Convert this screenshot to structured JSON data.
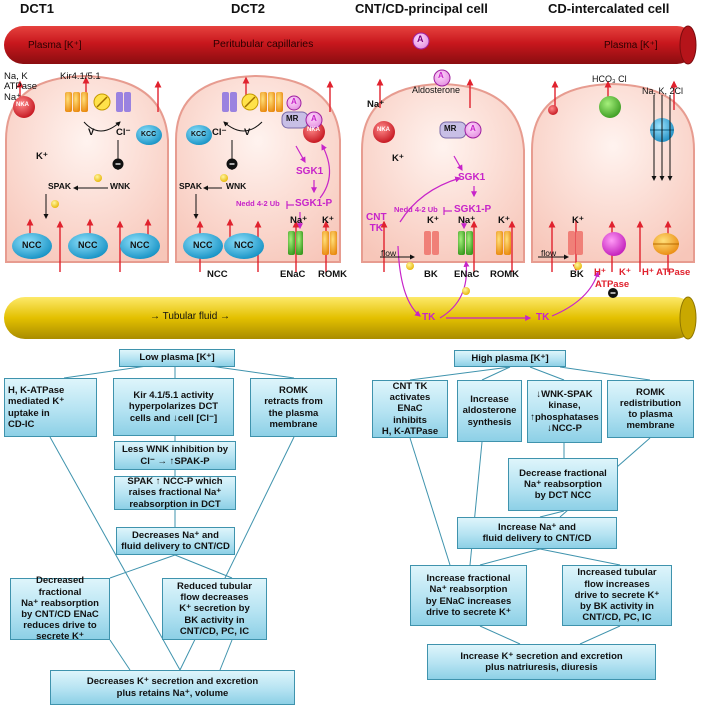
{
  "headers": [
    "DCT1",
    "DCT2",
    "CNT/CD-principal cell",
    "CD-intercalated cell"
  ],
  "capillary": {
    "left": "Plasma [K⁺]",
    "center": "Peritubular capillaries",
    "aldo_symbol": "A",
    "right": "Plasma [K⁺]"
  },
  "tubule": {
    "label": "→ Tubular fluid →"
  },
  "labels": {
    "dct1_nak": "Na, K\nATPase\nNa⁺",
    "kir": "Kir4.1/5.1",
    "k_plus": "K⁺",
    "na_plus": "Na⁺",
    "cl_minus": "Cl⁻",
    "v": "V",
    "spak": "SPAK",
    "wnk": "WNK",
    "kcc": "KCC",
    "nka": "NKA",
    "ncc": "NCC",
    "mr": "MR",
    "a": "A",
    "aldosterone": "Aldosterone",
    "sgk1": "SGK1",
    "sgk1p": "SGK1-P",
    "nedd": "Nedd 4-2 Ub",
    "enac": "ENaC",
    "romk": "ROMK",
    "bk": "BK",
    "cnt_tk": "CNT\nTK",
    "flow": "flow",
    "tk": "TK",
    "hco3cl": "HCO₃ Cl",
    "nak2cl": "Na, K, 2Cl",
    "h_plus": "H⁺",
    "k_plus2": "K⁺",
    "h_atpase_label": "ATPase",
    "h_atpase": "H⁺ ATPase"
  },
  "left_flow": {
    "title": "Low plasma [K⁺]",
    "b1": "H, K-ATPase\nmediated K⁺\nuptake in\nCD-IC",
    "b2": "Kir 4.1/5.1 activity\nhyperpolarizes DCT\ncells and ↓cell [Cl⁻]",
    "b3": "ROMK\nretracts from\nthe plasma\nmembrane",
    "b4": "Less WNK inhibition by\nCl⁻ → ↑SPAK-P",
    "b5": "SPAK ↑ NCC-P which\nraises fractional Na⁺\nreabsorption in DCT",
    "b6": "Decreases Na⁺ and\nfluid delivery to CNT/CD",
    "b7": "Decreased fractional\nNa⁺ reabsorption\nby CNT/CD ENaC\nreduces drive to\nsecrete K⁺",
    "b8": "Reduced tubular\nflow decreases\nK⁺ secretion by\nBK activity in\nCNT/CD, PC, IC",
    "b9": "Decreases K⁺ secretion and excretion\nplus retains Na⁺, volume"
  },
  "right_flow": {
    "title": "High plasma [K⁺]",
    "b1": "CNT TK\nactivates\nENaC\ninhibits\nH, K-ATPase",
    "b2": "Increase\naldosterone\nsynthesis",
    "b3": "↓WNK-SPAK\nkinase,\n↑phosphatases\n↓NCC-P",
    "b4": "ROMK\nredistribution\nto plasma\nmembrane",
    "b5": "Decrease fractional\nNa⁺ reabsorption\nby DCT NCC",
    "b6": "Increase Na⁺ and\nfluid delivery to CNT/CD",
    "b7": "Increase fractional\nNa⁺ reabsorption\nby ENaC increases\ndrive to secrete K⁺",
    "b8": "Increased tubular\nflow increases\ndrive to secrete K⁺\nby BK activity in\nCNT/CD, PC, IC",
    "b9": "Increase K⁺ secretion and excretion\nplus natriuresis, diuresis"
  },
  "colors": {
    "capillary": "#c8171d",
    "tubule": "#e3c000",
    "cell": "#fbd6cc",
    "cell_border": "#e79c90",
    "ncc": "#1aa6d6",
    "enac": "#39b83a",
    "romk": "#ef8a1d",
    "bk": "#f07a6e",
    "nka": "#e8303a",
    "magenta": "#c724c9",
    "arrow_red": "#e0222e",
    "box_border": "#3f93ad"
  }
}
